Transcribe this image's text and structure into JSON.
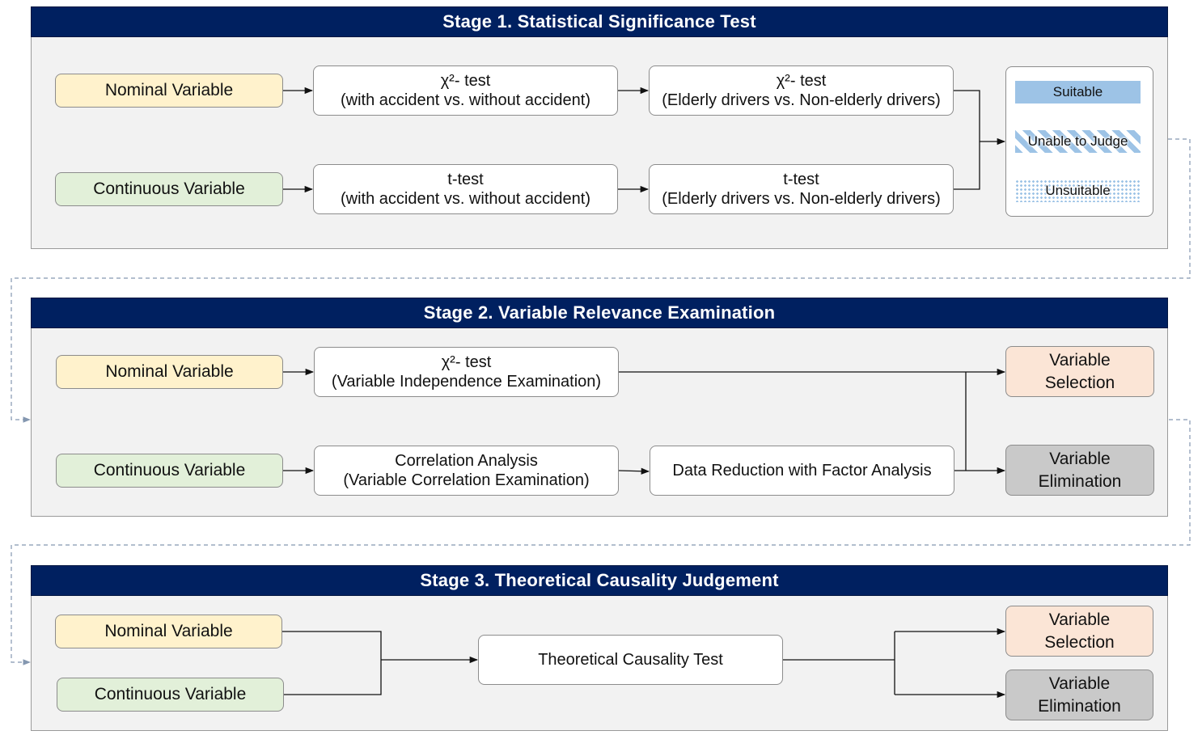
{
  "stage1": {
    "title": "Stage 1. Statistical Significance Test",
    "nominal": "Nominal Variable",
    "continuous": "Continuous Variable",
    "chi_accident_title": "χ²- test",
    "chi_accident_sub": "(with accident vs. without accident)",
    "chi_elderly_title": "χ²- test",
    "chi_elderly_sub": "(Elderly drivers vs. Non-elderly drivers)",
    "t_accident_title": "t-test",
    "t_accident_sub": "(with accident vs. without accident)",
    "t_elderly_title": "t-test",
    "t_elderly_sub": "(Elderly drivers vs. Non-elderly drivers)",
    "legend": {
      "suitable": "Suitable",
      "unable": "Unable to Judge",
      "unsuitable": "Unsuitable"
    }
  },
  "stage2": {
    "title": "Stage 2. Variable Relevance Examination",
    "nominal": "Nominal Variable",
    "continuous": "Continuous Variable",
    "chi_title": "χ²- test",
    "chi_sub": "(Variable Independence Examination)",
    "corr_title": "Correlation Analysis",
    "corr_sub": "(Variable Correlation Examination)",
    "reduction": "Data Reduction with Factor Analysis",
    "selection_line1": "Variable",
    "selection_line2": "Selection",
    "elimination_line1": "Variable",
    "elimination_line2": "Elimination"
  },
  "stage3": {
    "title": "Stage 3. Theoretical Causality Judgement",
    "nominal": "Nominal Variable",
    "continuous": "Continuous Variable",
    "causality": "Theoretical Causality Test",
    "selection_line1": "Variable",
    "selection_line2": "Selection",
    "elimination_line1": "Variable",
    "elimination_line2": "Elimination"
  },
  "colors": {
    "header": "#002060",
    "panel": "#f2f2f2",
    "nominal": "#fff2cc",
    "continuous": "#e2f0d9",
    "selection": "#fbe5d6",
    "elimination": "#c9c9c9",
    "legend_blue": "#9dc3e6"
  }
}
